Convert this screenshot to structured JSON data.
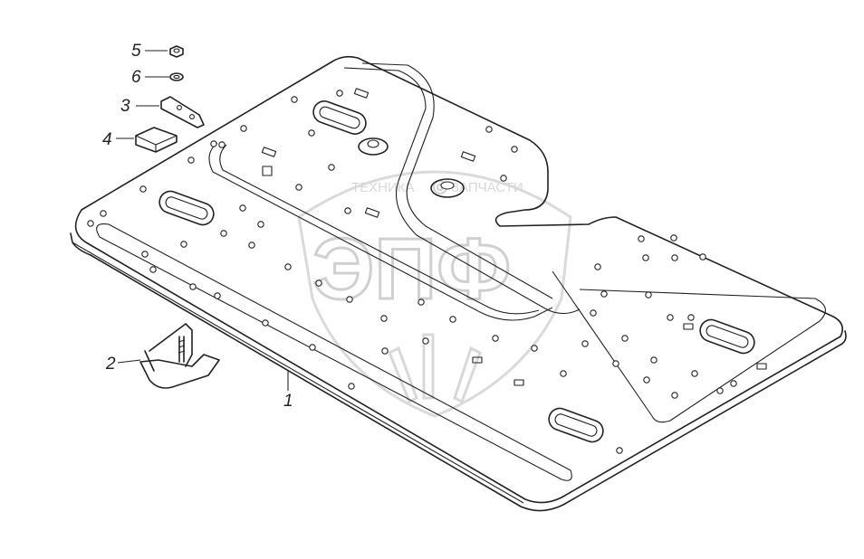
{
  "diagram": {
    "callouts": [
      {
        "id": "c1",
        "text": "1"
      },
      {
        "id": "c2",
        "text": "2"
      },
      {
        "id": "c3",
        "text": "3"
      },
      {
        "id": "c4",
        "text": "4"
      },
      {
        "id": "c5",
        "text": "5"
      },
      {
        "id": "c6",
        "text": "6"
      }
    ],
    "watermark": {
      "top_left": "ТЕХНИКА",
      "top_right": "ЗАПЧАСТИ",
      "big": "ЭПФ"
    },
    "colors": {
      "line": "#222222",
      "watermark": "#d0d0d0",
      "background": "#ffffff"
    }
  }
}
